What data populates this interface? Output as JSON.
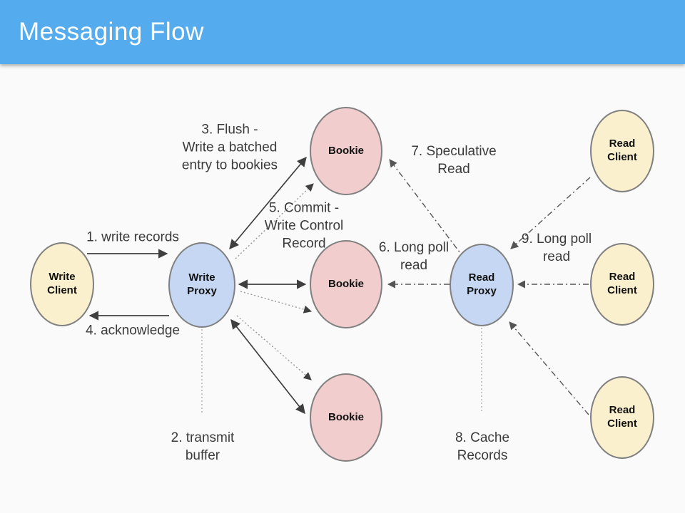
{
  "header": {
    "title": "Messaging Flow"
  },
  "diagram": {
    "nodes": {
      "write_client": "Write\nClient",
      "write_proxy": "Write\nProxy",
      "bookie_top": "Bookie",
      "bookie_mid": "Bookie",
      "bookie_bottom": "Bookie",
      "read_proxy": "Read\nProxy",
      "read_client_top": "Read\nClient",
      "read_client_mid": "Read\nClient",
      "read_client_bottom": "Read\nClient"
    },
    "labels": {
      "write_records": "1. write records",
      "transmit_buffer": "2. transmit\nbuffer",
      "flush": "3. Flush -\nWrite a batched\nentry to bookies",
      "acknowledge": "4. acknowledge",
      "commit": "5. Commit -\nWrite Control\nRecord",
      "long_poll_read_6": "6. Long poll\nread",
      "speculative_read": "7. Speculative\nRead",
      "cache_records": "8. Cache\nRecords",
      "long_poll_read_9": "9. Long poll\nread"
    },
    "colors": {
      "header_blue": "#54ABEE",
      "title_text": "#FFFFFF",
      "background": "#FAFAFA",
      "client_fill": "#FAF0CE",
      "bookie_fill": "#F1CDCD",
      "proxy_fill": "#C5D7F2",
      "node_border": "#808080",
      "line_dark": "#3F3F3F",
      "line_dotted": "#999999",
      "line_dashdot": "#555555",
      "label_text": "#3B3B3B",
      "connector": "#AAAAAA"
    }
  }
}
